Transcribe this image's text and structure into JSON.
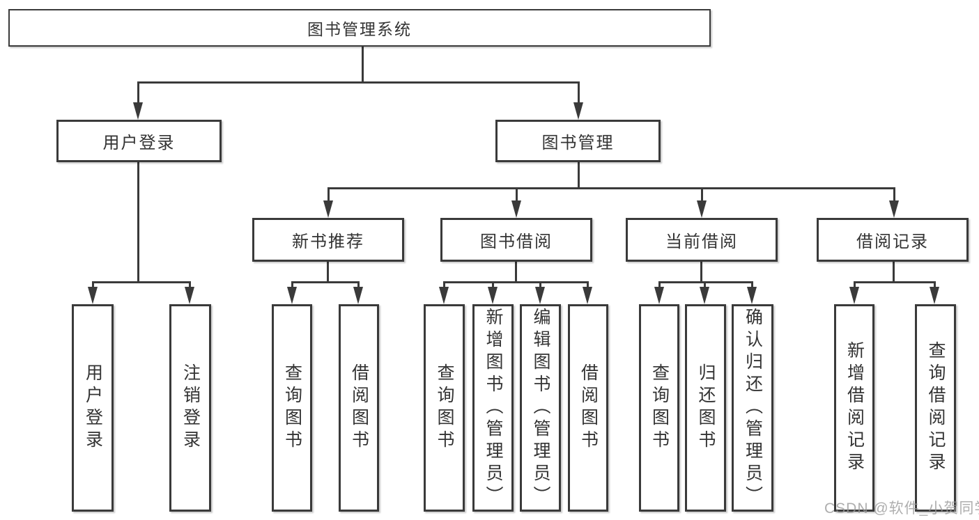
{
  "tree": {
    "root": "图书管理系统",
    "branches": [
      {
        "label": "用户登录",
        "children": [
          "用户登录",
          "注销登录"
        ]
      },
      {
        "label": "图书管理",
        "sub": [
          {
            "label": "新书推荐",
            "children": [
              "查询图书",
              "借阅图书"
            ]
          },
          {
            "label": "图书借阅",
            "children": [
              "查询图书",
              "新增图书（管理员）",
              "编辑图书（管理员）",
              "借阅图书"
            ]
          },
          {
            "label": "当前借阅",
            "children": [
              "查询图书",
              "归还图书",
              "确认归还（管理员）"
            ]
          },
          {
            "label": "借阅记录",
            "children": [
              "新增借阅记录",
              "查询借阅记录"
            ]
          }
        ]
      }
    ]
  },
  "colors": {
    "line": "#3a3a3a",
    "text": "#333333",
    "background": "#ffffff"
  },
  "watermark": "CSDN @软件_小贺同学"
}
